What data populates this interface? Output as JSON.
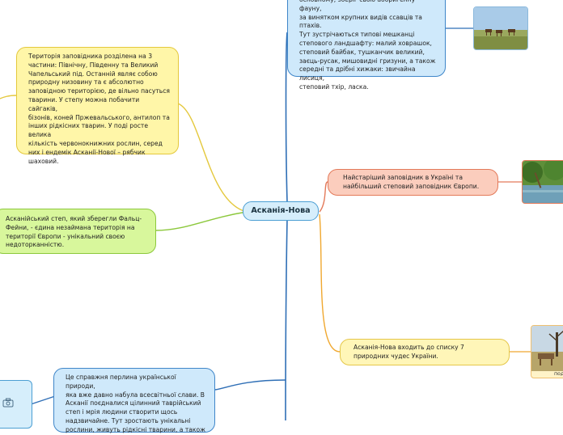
{
  "center": {
    "label": "Асканія-Нова"
  },
  "nodes": {
    "top_blue": "основному, зберіг свою аборигенну фауну,\nза винятком крупних видів ссавців та птахів.\nТут зустрічаються типові мешканці\nстепового ландшафту:  малий ховрашок,\nстеповий байбак, тушканчик великий,\nзаєць-русак, мишовидні гризуни, а також\nсередні та дрібні хижаки: звичайна лисиця,\nстеповий тхір, ласка.",
    "yellow_left": "Територія заповідника розділена на 3\nчастини: Північну, Південну та Великий\nЧапельський під. Останній являє собою\nприродну низовину та є абсолютно\nзаповідною територією, де вільно пасуться\nтварини. У степу можна побачити сайгаків,\nбізонів, коней Пржевальського, антилоп та\nінших рідкісних тварин. У поді росте велика\nкількість червонокнижних рослин, серед\nних і ендемік Асканії-Нової – рябчик\nшаховий.",
    "green_left": "Асканійський степ, який зберегли Фальц-\nФейни, - єдина незаймана територія на\nтериторії Європи - унікальний своєю\nнедоторканністю.",
    "salmon_right": "Найстаріший заповідник в Україні та\nнайбільший степовий заповідник Європи.",
    "ltyellow_right": "Асканія-Нова входить до списку 7\nприродних чудес України.",
    "bottom_blue": "Це справжня перлина української природи,\nяка вже давно набула всесвітньої слави. В\nАсканії поєдналися цілинний таврійський\nстеп і мрія людини створити щось\nнадзвичайне. Тут зростають унікальні\nрослини, живуть рідкісні тварини, а також"
  },
  "photo_caption": "под",
  "colors": {
    "yellow": "#e4c83c",
    "green": "#8cc83c",
    "blue": "#2f6fb6",
    "salmon": "#e37a5a",
    "orange": "#f0a830"
  },
  "icons": [
    "camera-icon"
  ]
}
